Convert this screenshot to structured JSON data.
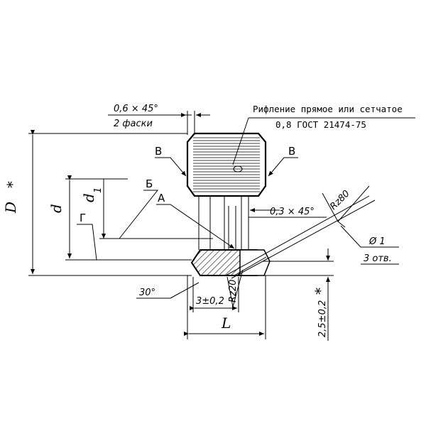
{
  "annotations": {
    "chamfer_top": "0,6 × 45°",
    "chamfer_count": "2 фаски",
    "knurl_line1": "Рифление прямое или сетчатое",
    "knurl_line2": "0,8 ГОСТ 21474-75",
    "label_V_left": "В",
    "label_V_right": "В",
    "label_B": "Б",
    "label_A": "А",
    "label_G": "Г",
    "dia_D": "D",
    "dia_D_star": "*",
    "dia_d": "d",
    "dia_d1": "d",
    "dia_d1_sub": "1",
    "chamfer_inner": "0,3 × 45°",
    "roughness_top": "Rz80",
    "hole_dia": "Ø 1",
    "hole_count": "3 отв.",
    "angle": "30°",
    "roughness_bottom": "Rz20",
    "dim_3": "3±0,2",
    "dim_25": "2,5±0,2",
    "dim_25_star": "*",
    "dim_L": "L"
  }
}
